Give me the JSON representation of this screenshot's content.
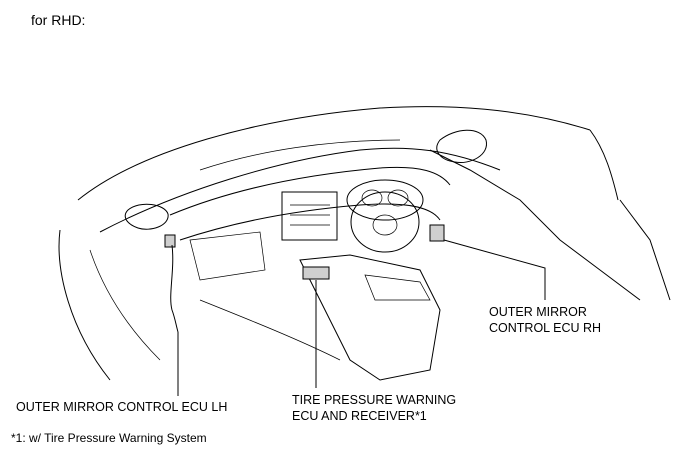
{
  "diagram": {
    "title": "for RHD:",
    "labels": {
      "outer_mirror_rh": [
        "OUTER MIRROR",
        "CONTROL ECU RH"
      ],
      "tire_pressure": [
        "TIRE PRESSURE WARNING",
        "ECU AND RECEIVER*1"
      ],
      "outer_mirror_lh": "OUTER MIRROR CONTROL ECU LH"
    },
    "footnote": "*1: w/ Tire Pressure Warning System"
  }
}
